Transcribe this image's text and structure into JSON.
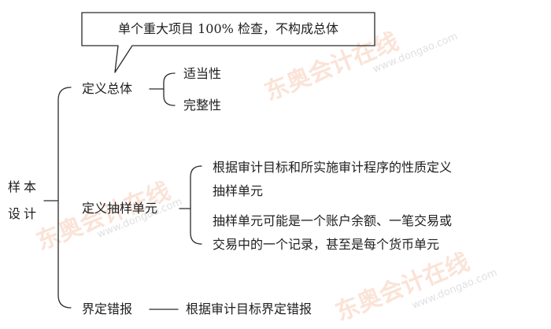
{
  "callout": {
    "text": "单个重大项目 100% 检查，不构成总体"
  },
  "root": {
    "line1": "样本",
    "line2": "设计"
  },
  "branches": {
    "define_population": {
      "label": "定义总体",
      "children": [
        "适当性",
        "完整性"
      ]
    },
    "define_sampling_unit": {
      "label": "定义抽样单元",
      "items": [
        {
          "line1": "根据审计目标和所实施审计程序的性质定义",
          "line2": "抽样单元"
        },
        {
          "line1": "抽样单元可能是一个账户余额、一笔交易或",
          "line2": "交易中的一个记录，甚至是每个货币单元"
        }
      ]
    },
    "define_misstatement": {
      "label": "界定错报",
      "detail": "根据审计目标界定错报"
    }
  },
  "watermark": {
    "brand": "东奥会计在线",
    "url": "www.dongao.com"
  }
}
